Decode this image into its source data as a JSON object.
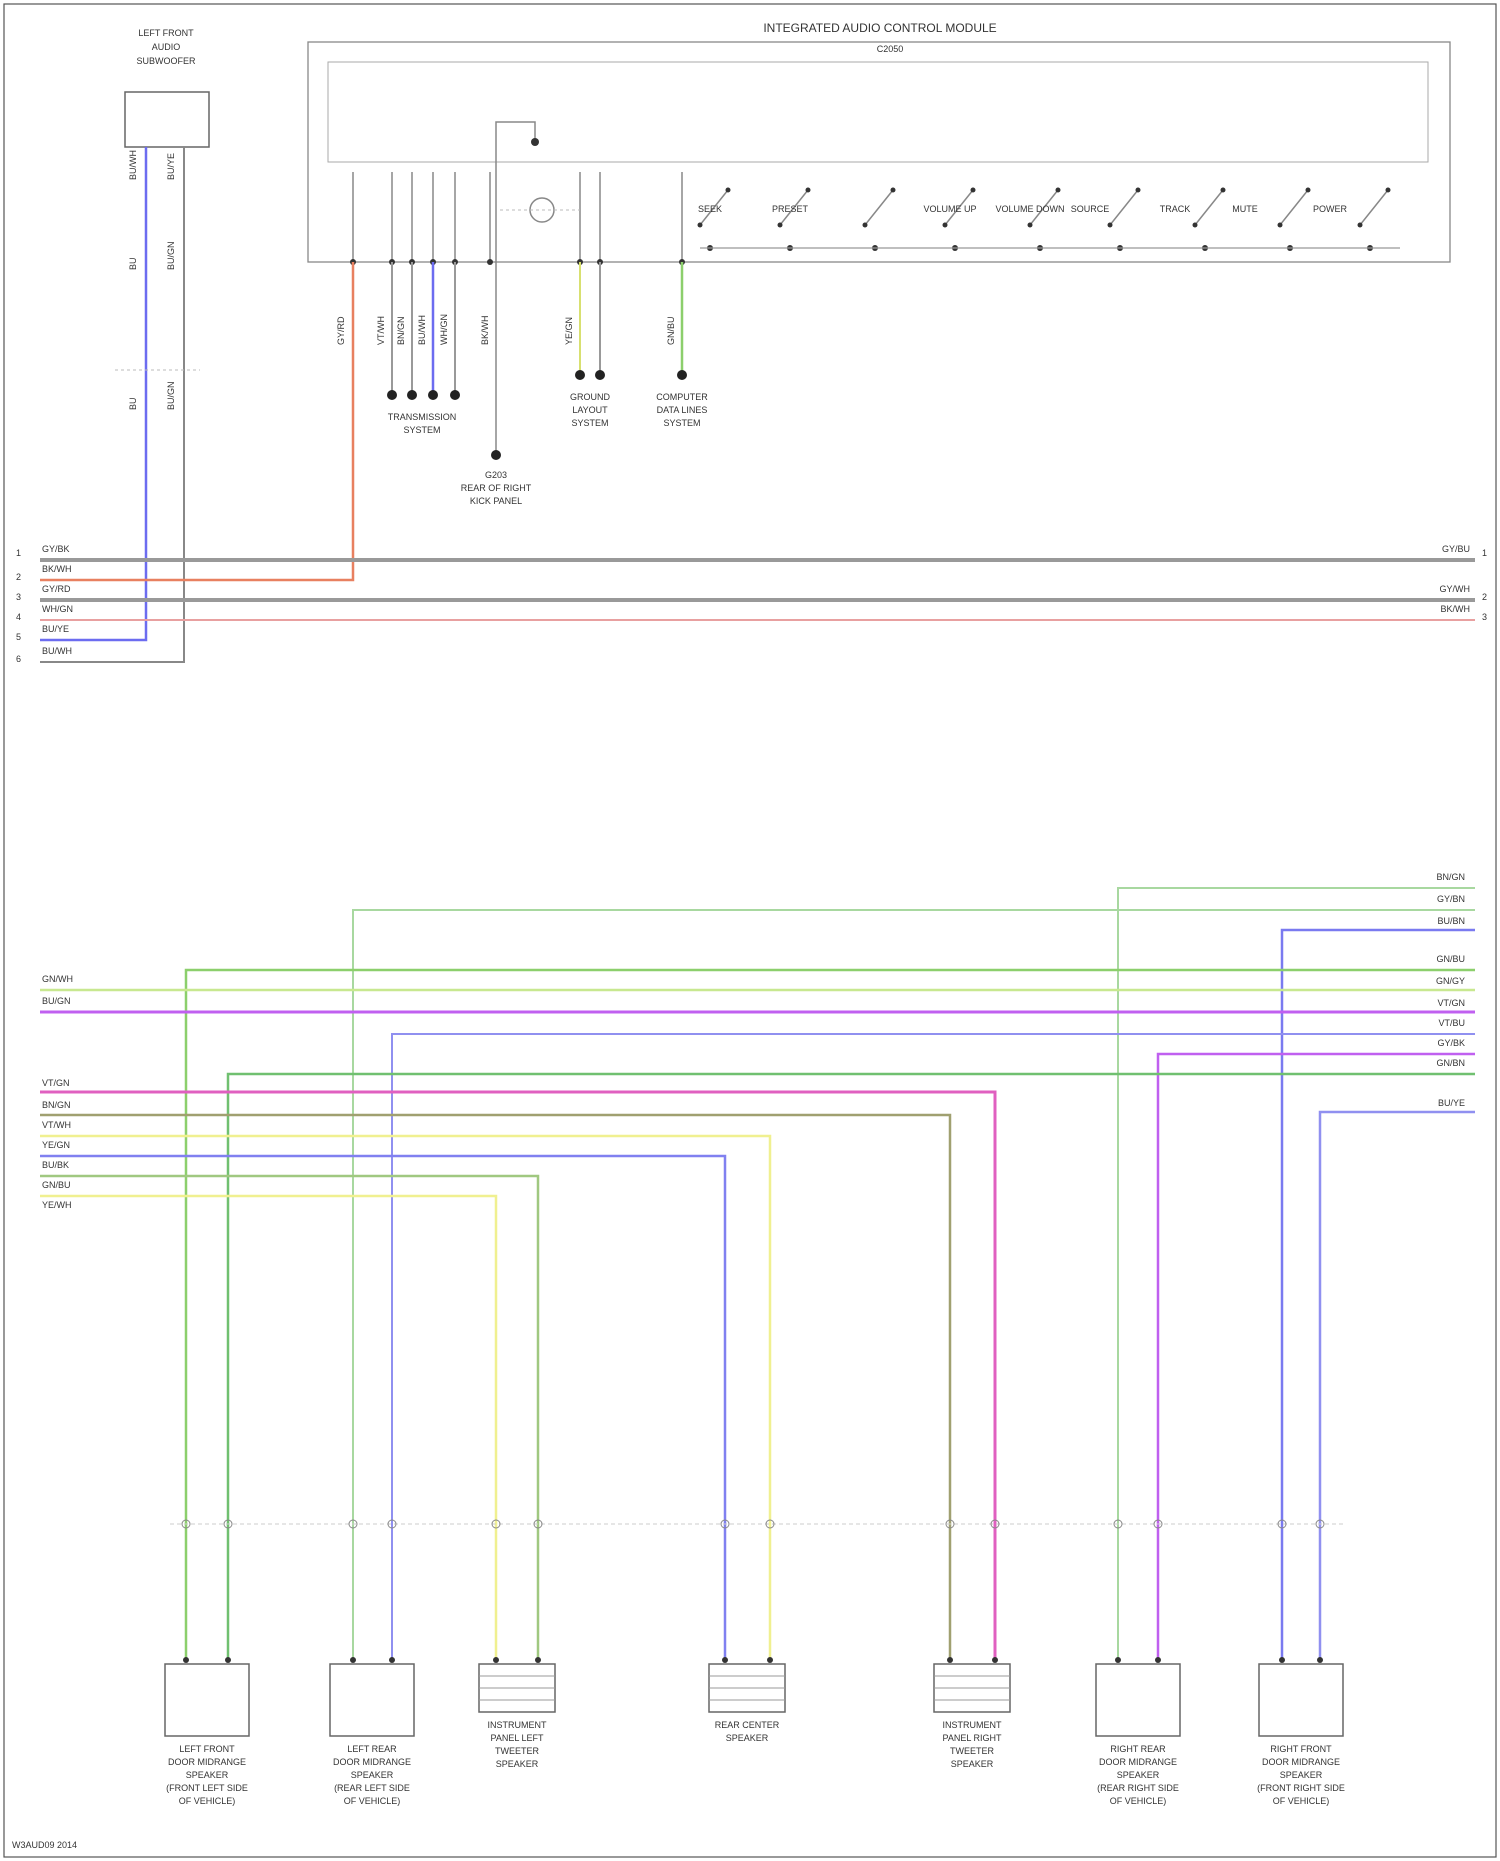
{
  "module": {
    "title": "INTEGRATED AUDIO CONTROL MODULE",
    "connector": "C2050"
  },
  "left_top_component": [
    "LEFT FRONT",
    "AUDIO",
    "SUBWOOFER"
  ],
  "sub_labels": {
    "s1": [
      "TRANSMISSION",
      "SYSTEM"
    ],
    "s2": [
      "GROUND",
      "LAYOUT",
      "SYSTEM"
    ],
    "s3": [
      "COMPUTER",
      "DATA LINES",
      "SYSTEM"
    ],
    "s4": [
      "G203",
      "REAR OF RIGHT",
      "KICK PANEL"
    ]
  },
  "switch_labels": [
    "SEEK",
    "PRESET",
    "VOLUME UP",
    "VOLUME DOWN",
    "SOURCE",
    "TRACK",
    "MUTE",
    "POWER"
  ],
  "top_bus_left": [
    "GY/BK",
    "BK/WH",
    "GY/RD",
    "WH/GN",
    "BU/YE",
    "BU/WH"
  ],
  "top_bus_right": [
    "GY/BU",
    "GY/WH",
    "BK/WH"
  ],
  "bottom_left_labels_a": [
    "GN/WH",
    "BU/GN"
  ],
  "bottom_left_labels_b": [
    "VT/GN",
    "BN/GN",
    "VT/WH",
    "YE/GN",
    "BU/BK",
    "GN/BU",
    "YE/WH"
  ],
  "bottom_right_labels": [
    "BN/GN",
    "GY/BN",
    "BU/BN",
    "GN/BU",
    "GN/GY",
    "VT/GN",
    "VT/BU",
    "GY/BK",
    "GN/BN",
    "BU/YE"
  ],
  "speakers": [
    {
      "name": [
        "LEFT FRONT",
        "DOOR MIDRANGE",
        "SPEAKER",
        "(FRONT LEFT SIDE",
        "OF VEHICLE)"
      ]
    },
    {
      "name": [
        "LEFT REAR",
        "DOOR MIDRANGE",
        "SPEAKER",
        "(REAR LEFT SIDE",
        "OF VEHICLE)"
      ]
    },
    {
      "name": [
        "INSTRUMENT",
        "PANEL LEFT",
        "TWEETER",
        "SPEAKER"
      ]
    },
    {
      "name": [
        "REAR CENTER",
        "SPEAKER"
      ]
    },
    {
      "name": [
        "INSTRUMENT",
        "PANEL RIGHT",
        "TWEETER",
        "SPEAKER"
      ]
    },
    {
      "name": [
        "RIGHT REAR",
        "DOOR MIDRANGE",
        "SPEAKER",
        "(REAR RIGHT SIDE",
        "OF VEHICLE)"
      ]
    },
    {
      "name": [
        "RIGHT FRONT",
        "DOOR MIDRANGE",
        "SPEAKER",
        "(FRONT RIGHT SIDE",
        "OF VEHICLE)"
      ]
    }
  ],
  "footer": "W3AUD09 2014"
}
